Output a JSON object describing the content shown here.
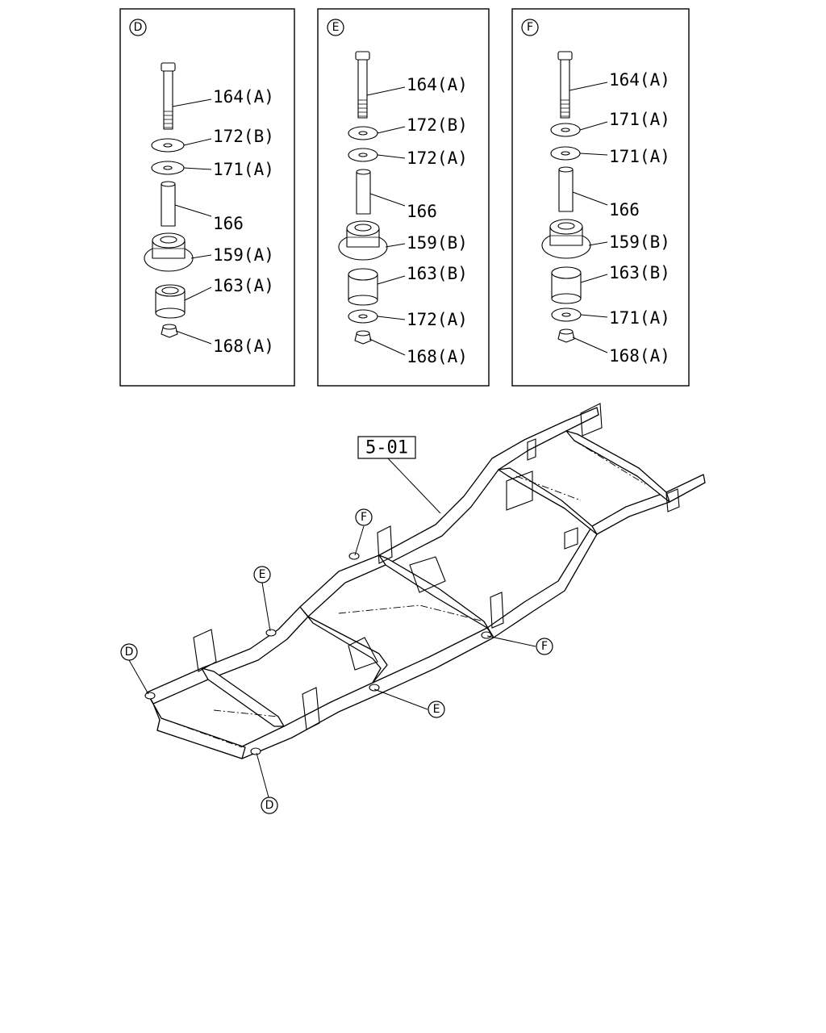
{
  "panels": [
    {
      "id": "D",
      "labels": [
        "164(A)",
        "172(B)",
        "171(A)",
        "166",
        "159(A)",
        "163(A)",
        "168(A)"
      ]
    },
    {
      "id": "E",
      "labels": [
        "164(A)",
        "172(B)",
        "172(A)",
        "166",
        "159(B)",
        "163(B)",
        "172(A)",
        "168(A)"
      ]
    },
    {
      "id": "F",
      "labels": [
        "164(A)",
        "171(A)",
        "171(A)",
        "166",
        "159(B)",
        "163(B)",
        "171(A)",
        "168(A)"
      ]
    }
  ],
  "frame": {
    "reference": "5-01",
    "callouts": [
      "F",
      "E",
      "D",
      "F",
      "E",
      "D"
    ]
  }
}
